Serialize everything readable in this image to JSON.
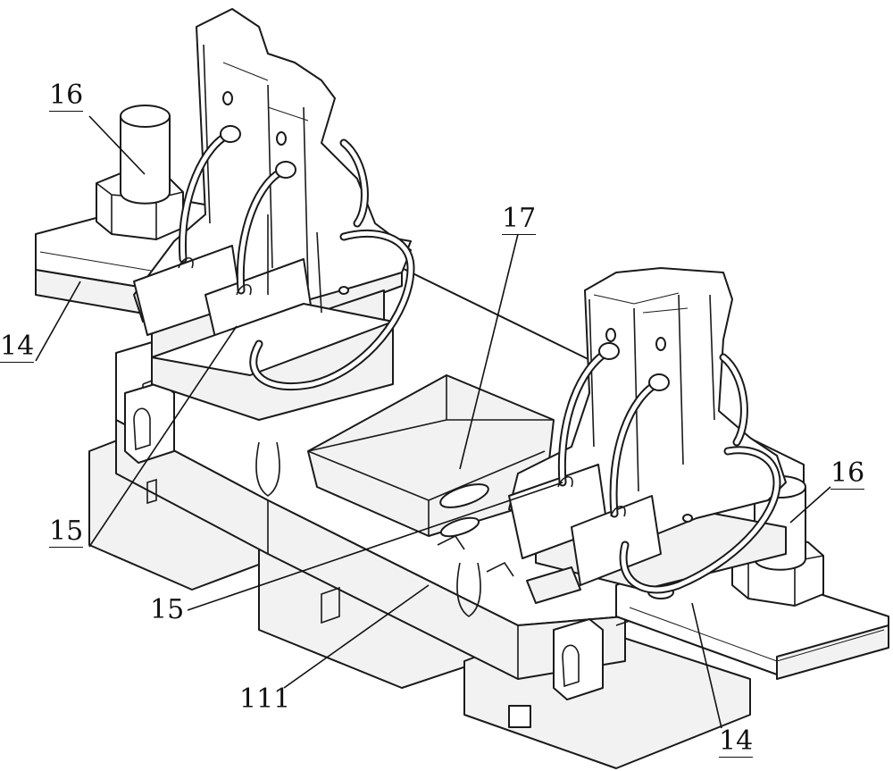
{
  "figure": {
    "labels": {
      "bolt_left": "16",
      "bolt_right": "16",
      "plate_left": "14",
      "plate_right": "14",
      "clip_left": "15",
      "clip_center": "15",
      "recess": "17",
      "base": "111"
    }
  }
}
